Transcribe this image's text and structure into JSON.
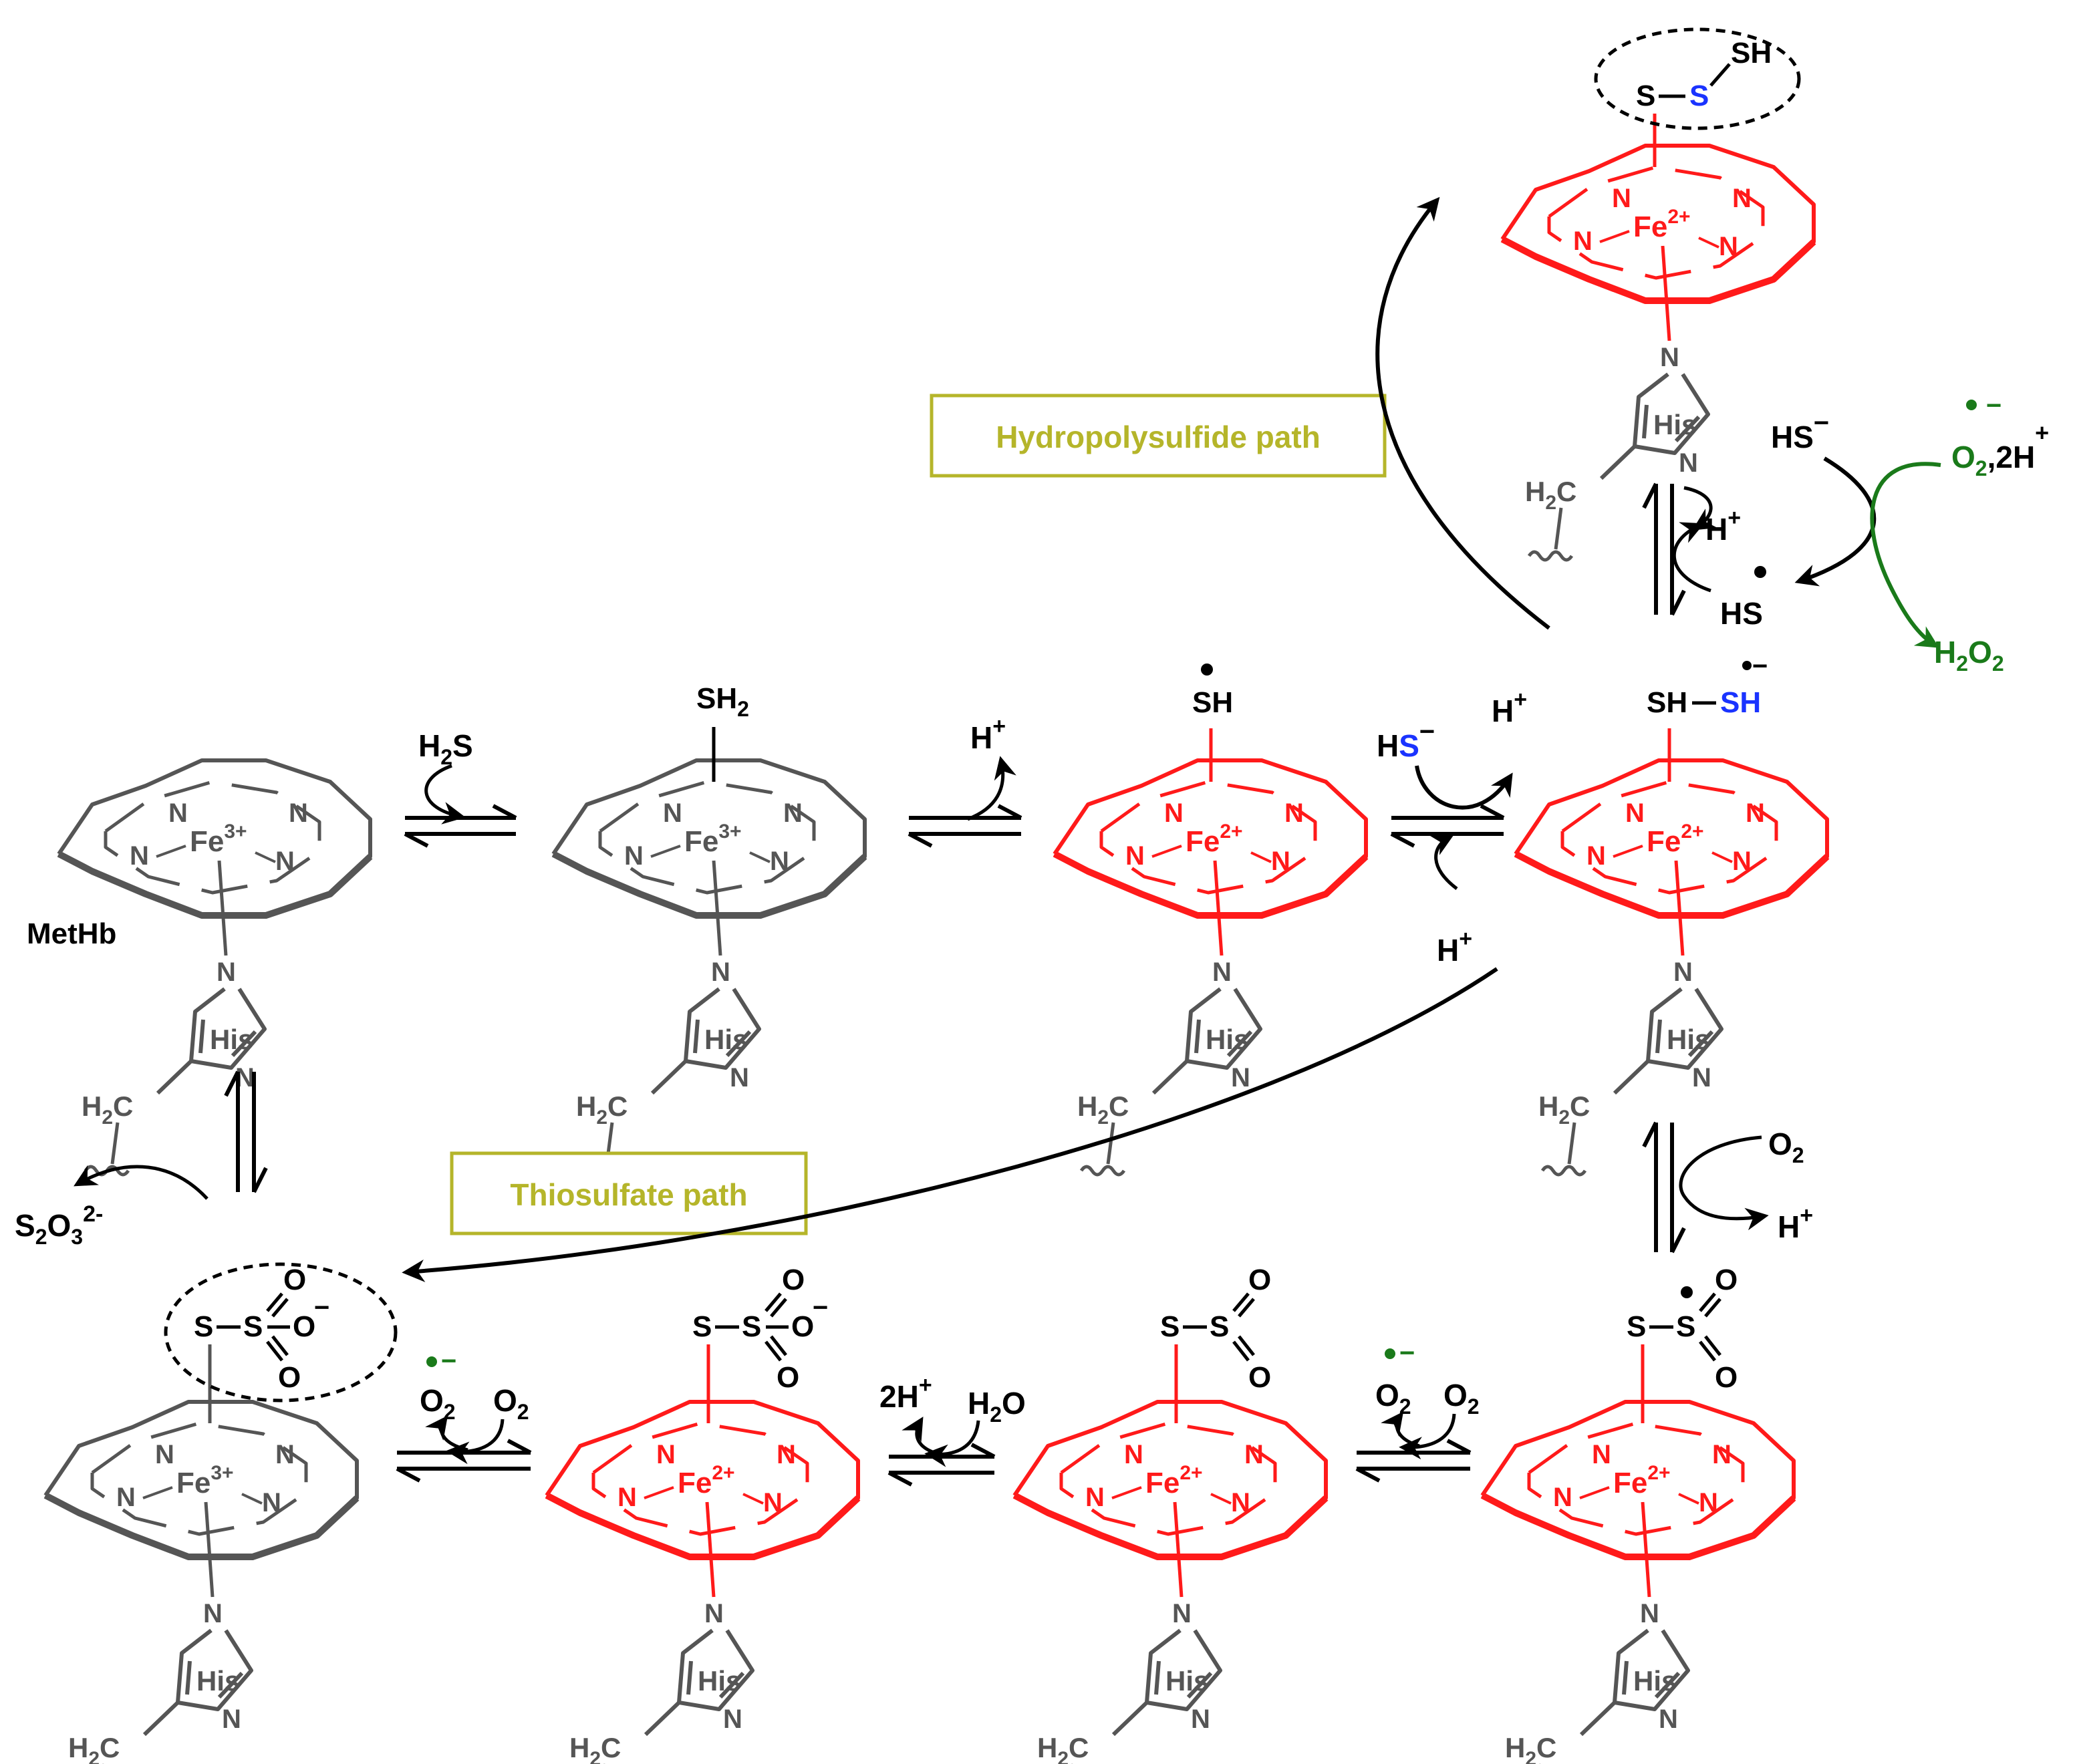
{
  "colors": {
    "ferric": "#555555",
    "ferrous": "#ff1a1a",
    "black": "#000000",
    "blue": "#1a33ff",
    "green": "#1a7a1a",
    "path_label": "#b5b52a",
    "grey_text": "#555555"
  },
  "paths": {
    "hydropolysulfide": "Hydropolysulfide path",
    "thiosulfate": "Thiosulfate path"
  },
  "porphyrin": {
    "N": "N",
    "fe3": "Fe",
    "fe3_sup": "3+",
    "fe2": "Fe",
    "fe2_sup": "2+",
    "his": "His",
    "h2c_h": "H",
    "h2c_sub": "2",
    "h2c_c": "C"
  },
  "species": {
    "methb": "MetHb"
  },
  "ligands": {
    "sh2": "SH",
    "sh2_sub": "2",
    "sh_radical": "SH",
    "sh": "SH",
    "s": "S",
    "ssh": "SH",
    "neg": "−",
    "o": "O",
    "radical": "•"
  },
  "reagents": {
    "h2s_h": "H",
    "h2s_sub": "2",
    "h2s_s": "S",
    "h": "H",
    "plus": "+",
    "hs_h": "H",
    "hs_s": "S",
    "hs_minus": "−",
    "hs_full": "HS",
    "o2_o": "O",
    "o2_sub": "2",
    "o2_2h": ",2H",
    "h2o2_h": "H",
    "h2o2_sub1": "2",
    "h2o2_o": "O",
    "h2o2_sub2": "2",
    "h2o_h": "H",
    "h2o_sub": "2",
    "h2o_o": "O",
    "two_h": "2H",
    "s2o3_s": "S",
    "s2o3_sub1": "2",
    "s2o3_o": "O",
    "s2o3_sub2": "3",
    "s2o3_charge": "2-"
  }
}
